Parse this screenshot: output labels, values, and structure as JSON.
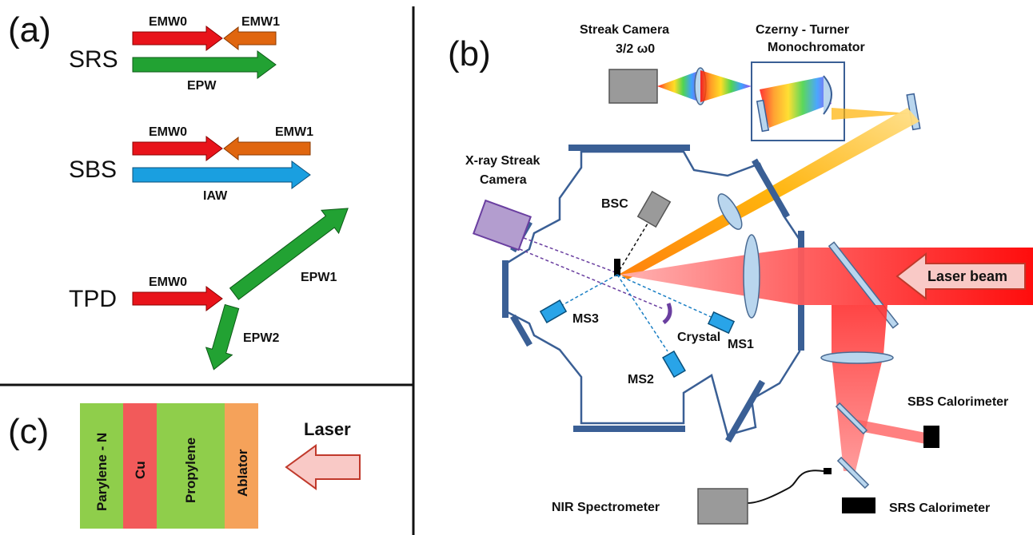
{
  "panels": {
    "a": "(a)",
    "b": "(b)",
    "c": "(c)"
  },
  "panel_a": {
    "srs": {
      "name": "SRS",
      "emw0": "EMW0",
      "emw1": "EMW1",
      "epw": "EPW"
    },
    "sbs": {
      "name": "SBS",
      "emw0": "EMW0",
      "emw1": "EMW1",
      "iaw": "IAW"
    },
    "tpd": {
      "name": "TPD",
      "emw0": "EMW0",
      "epw1": "EPW1",
      "epw2": "EPW2"
    }
  },
  "panel_b": {
    "streak_camera_line1": "Streak Camera",
    "streak_camera_line2": "3/2 ω0",
    "monochromator_line1": "Czerny - Turner",
    "monochromator_line2": "Monochromator",
    "xray_line1": "X-ray Streak",
    "xray_line2": "Camera",
    "bsc": "BSC",
    "ms1": "MS1",
    "ms2": "MS2",
    "ms3": "MS3",
    "crystal": "Crystal",
    "laser_beam": "Laser beam",
    "sbs_calorimeter": "SBS Calorimeter",
    "srs_calorimeter": "SRS Calorimeter",
    "nir_spectrometer": "NIR  Spectrometer"
  },
  "panel_c": {
    "layers": [
      "Parylene - N",
      "Cu",
      "Propylene",
      "Ablator"
    ],
    "laser": "Laser"
  },
  "colors": {
    "emw0": "#e8131a",
    "emw1": "#e0660f",
    "epw": "#22a233",
    "iaw": "#1a9fe0",
    "chamber": "#3a5f95",
    "parylene": "#8fce4b",
    "cu": "#f25a5a",
    "propylene": "#8fce4b",
    "ablator": "#f5a25a",
    "laser_arrow_fill": "#f9c9c6",
    "laser_arrow_stroke": "#c0392b"
  }
}
